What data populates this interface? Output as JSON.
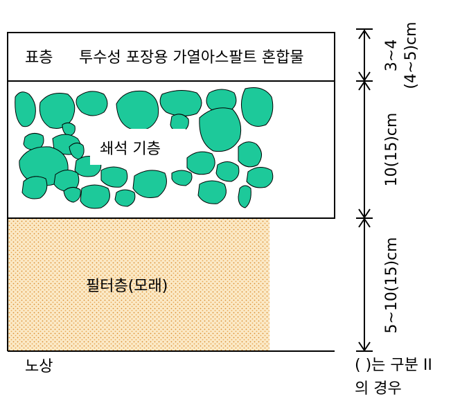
{
  "surface_layer": {
    "name": "표층",
    "material": "투수성 포장용 가열아스팔트 혼합물"
  },
  "base_layer": {
    "name": "쇄석 기층"
  },
  "filter_layer": {
    "name": "필터층(모래)"
  },
  "subgrade": {
    "name": "노상"
  },
  "dimensions": {
    "surface": {
      "line1": "3~4",
      "line2": "(4~5)cm"
    },
    "base": {
      "label": "10(15)cm"
    },
    "filter": {
      "label": "5~10(15)cm"
    }
  },
  "note": {
    "line1": "( )는 구분 II",
    "line2": "의 경우"
  },
  "colors": {
    "stone_fill": "#1dc99a",
    "sand_base": "#fbe9c6",
    "sand_dot": "#d98a2d",
    "line": "#000000"
  }
}
